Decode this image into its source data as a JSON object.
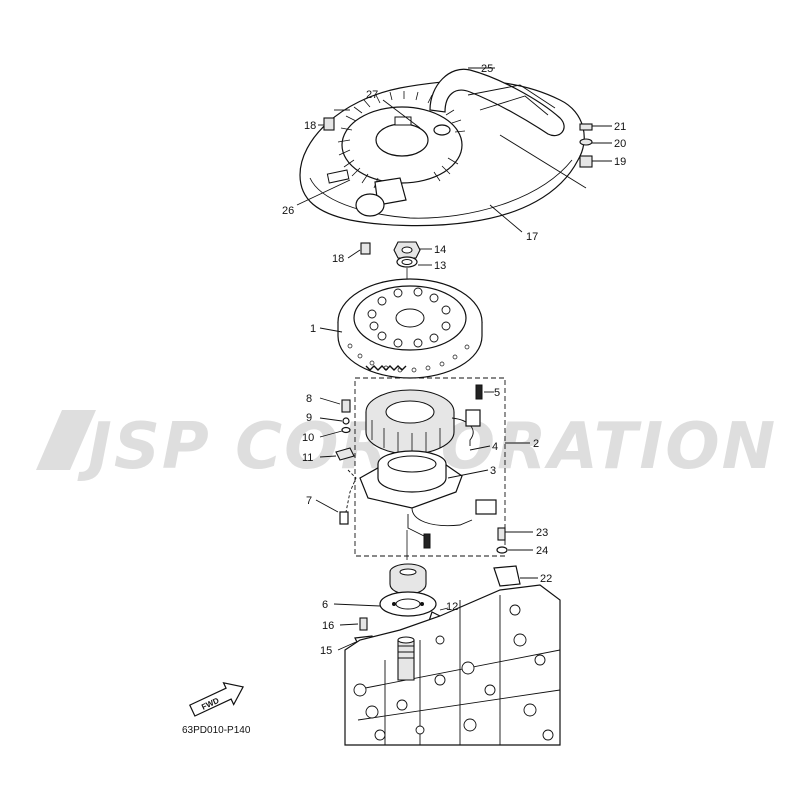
{
  "watermark": {
    "text": "JSP CORPORATION"
  },
  "diagram_code": "63PD010-P140",
  "fwd_label": "FWD",
  "callouts": {
    "c1": "1",
    "c2": "2",
    "c3": "3",
    "c4": "4",
    "c5": "5",
    "c6": "6",
    "c7": "7",
    "c8": "8",
    "c9": "9",
    "c10": "10",
    "c11": "11",
    "c12": "12",
    "c13": "13",
    "c14": "14",
    "c15": "15",
    "c16": "16",
    "c17": "17",
    "c18a": "18",
    "c18b": "18",
    "c19": "19",
    "c20": "20",
    "c21": "21",
    "c22": "22",
    "c23": "23",
    "c24": "24",
    "c25": "25",
    "c26": "26",
    "c27": "27"
  }
}
